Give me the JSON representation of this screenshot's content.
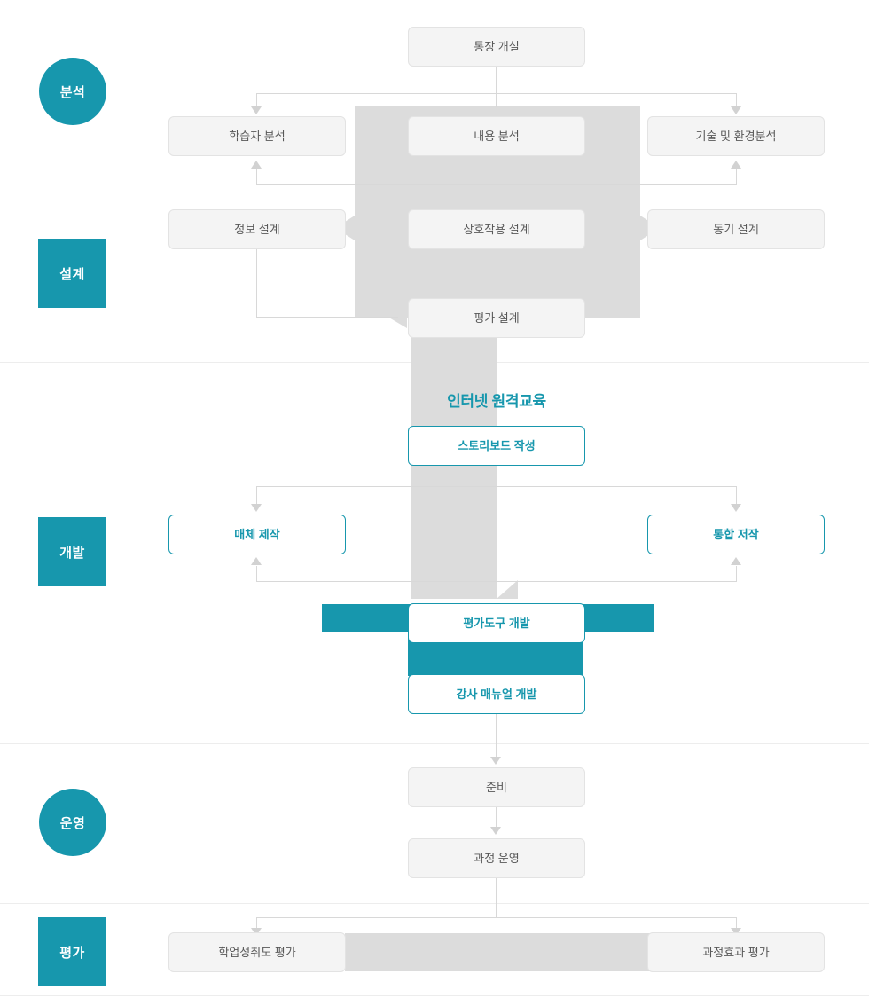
{
  "diagram": {
    "title": "인터넷 원격교육",
    "accent_color": "#1797ad",
    "band_color": "#dcdcdc",
    "node_gray_bg": "#f4f4f4",
    "node_gray_text": "#585858"
  },
  "stages": [
    {
      "label": "분석",
      "shape": "circle"
    },
    {
      "label": "설계",
      "shape": "square"
    },
    {
      "label": "개발",
      "shape": "square"
    },
    {
      "label": "운영",
      "shape": "circle"
    },
    {
      "label": "평가",
      "shape": "square"
    }
  ],
  "nodes": {
    "top": {
      "label": "통장 개설",
      "style": "gray"
    },
    "analysis": {
      "left": {
        "label": "학습자 분석",
        "style": "gray"
      },
      "center": {
        "label": "내용 분석",
        "style": "gray"
      },
      "right": {
        "label": "기술 및 환경분석",
        "style": "gray"
      }
    },
    "design": {
      "left": {
        "label": "정보 설계",
        "style": "gray"
      },
      "center": {
        "label": "상호작용 설계",
        "style": "gray"
      },
      "right": {
        "label": "동기 설계",
        "style": "gray"
      },
      "bottom": {
        "label": "평가 설계",
        "style": "gray"
      }
    },
    "development": {
      "storyboard": {
        "label": "스토리보드 작성",
        "style": "teal"
      },
      "left": {
        "label": "매체 제작",
        "style": "teal"
      },
      "right": {
        "label": "통합 저작",
        "style": "teal"
      },
      "tool": {
        "label": "평가도구 개발",
        "style": "teal"
      },
      "manual": {
        "label": "강사 매뉴얼 개발",
        "style": "teal"
      }
    },
    "operation": {
      "prepare": {
        "label": "준비",
        "style": "gray"
      },
      "run": {
        "label": "과정 운영",
        "style": "gray"
      }
    },
    "evaluation": {
      "left": {
        "label": "학업성취도 평가",
        "style": "gray"
      },
      "right": {
        "label": "과정효과 평가",
        "style": "gray"
      }
    }
  }
}
